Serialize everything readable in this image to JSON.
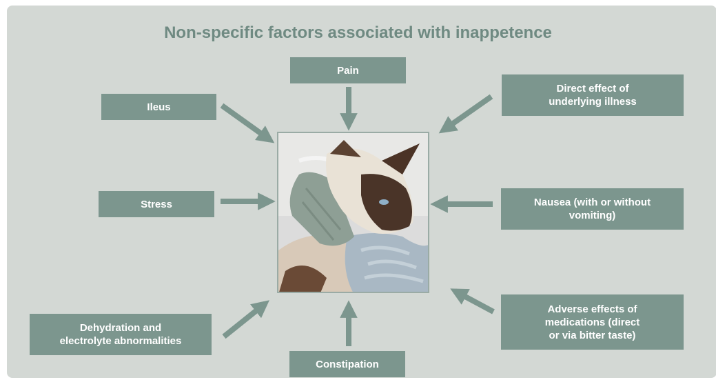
{
  "title": "Non-specific factors associated with inappetence",
  "factors": {
    "pain": "Pain",
    "ileus": "Ileus",
    "direct_effect": "Direct effect of\nunderlying illness",
    "stress": "Stress",
    "nausea": "Nausea (with or without\nvomiting)",
    "dehydration": "Dehydration and\nelectrolyte abnormalities",
    "adverse_effects": "Adverse effects of\nmedications (direct\nor via bitter taste)",
    "constipation": "Constipation"
  },
  "colors": {
    "background": "#d3d8d4",
    "box": "#7c968e",
    "arrow": "#7c968e",
    "title": "#6f8a82"
  }
}
